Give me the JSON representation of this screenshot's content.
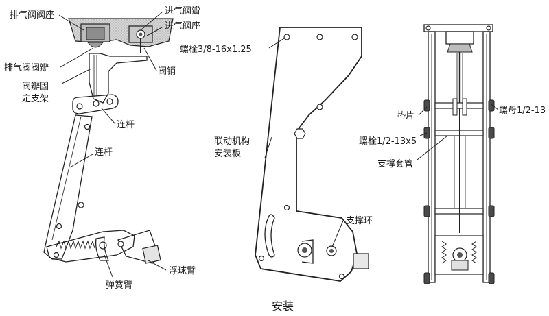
{
  "diagram": {
    "caption": "安装",
    "left_view_labels": {
      "exhaust_valve_seat": "排气阀阀座",
      "intake_valve_flap": "进气阀瓣",
      "intake_valve_seat": "进气阀座",
      "exhaust_valve_flap": "排气阀阀瓣",
      "valve_pin": "阀销",
      "flap_bracket_line1": "阀瓣固",
      "flap_bracket_line2": "定支架",
      "link_upper": "连杆",
      "link_lower": "连杆",
      "float_arm": "浮球臂",
      "spring_arm": "弹簧臂"
    },
    "middle_view_labels": {
      "bolt_3_8": "螺栓3/8-16x1.25",
      "plate_line1": "联动机构",
      "plate_line2": "安装板",
      "support_ring": "支撑环"
    },
    "right_view_labels": {
      "washer": "垫片",
      "nut": "螺母1/2-13",
      "bolt_1_2": "螺栓1/2-13x5",
      "support_sleeve": "支撑套管"
    }
  }
}
